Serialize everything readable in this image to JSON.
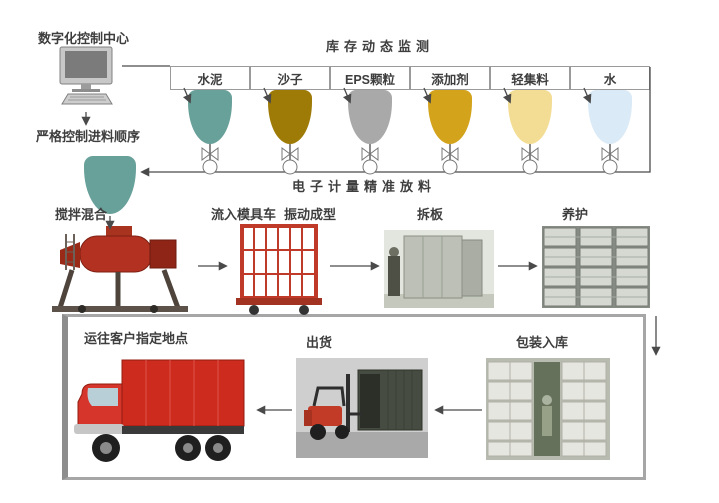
{
  "header": {
    "control_center": "数字化控制中心",
    "inventory_monitoring": "库存动态监测"
  },
  "materials": [
    {
      "label": "水泥",
      "color": "#68a09a"
    },
    {
      "label": "沙子",
      "color": "#9e7a06"
    },
    {
      "label": "EPS颗粒",
      "color": "#a9a9a9"
    },
    {
      "label": "添加剂",
      "color": "#d3a31c"
    },
    {
      "label": "轻集料",
      "color": "#f3dd95"
    },
    {
      "label": "水",
      "color": "#daeaf6"
    }
  ],
  "feed_control_label": "严格控制进料顺序",
  "metering_label": "电子计量精准放料",
  "mixing_hopper_color": "#68a09a",
  "process_labels": {
    "mixing": "搅拌混合",
    "mold_cart": "流入模具车",
    "vibration": "振动成型",
    "demolding": "拆板",
    "curing": "养护"
  },
  "logistics_labels": {
    "delivery": "运往客户指定地点",
    "shipping": "出货",
    "warehousing": "包装入库"
  }
}
